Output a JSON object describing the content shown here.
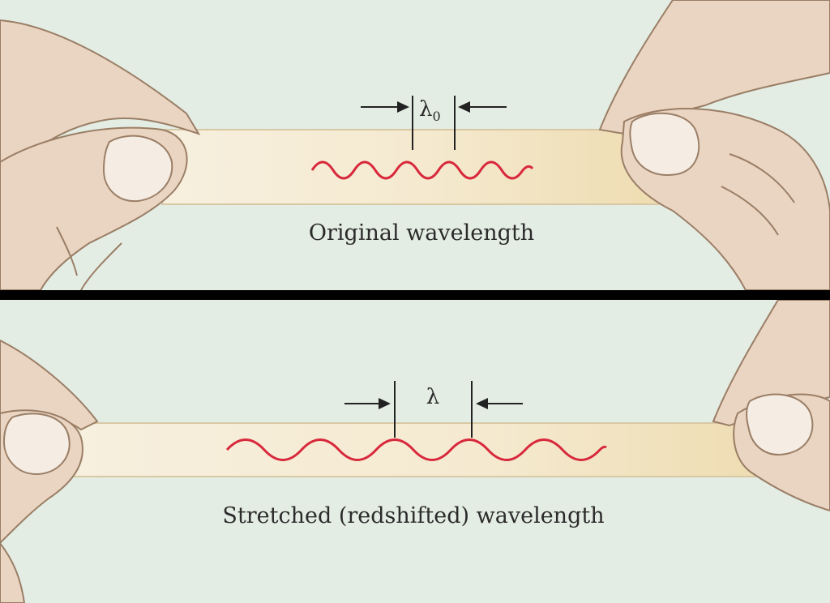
{
  "top": {
    "wavelength_symbol": "λ",
    "wavelength_subscript": "0",
    "caption": "Original wavelength"
  },
  "bottom": {
    "wavelength_symbol": "λ",
    "caption": "Stretched (redshifted) wavelength"
  },
  "colors": {
    "background": "#e4ede4",
    "wave": "#d8293c",
    "band": "#f3e6c6",
    "skin": "#ead5c2",
    "divider": "#000000"
  }
}
